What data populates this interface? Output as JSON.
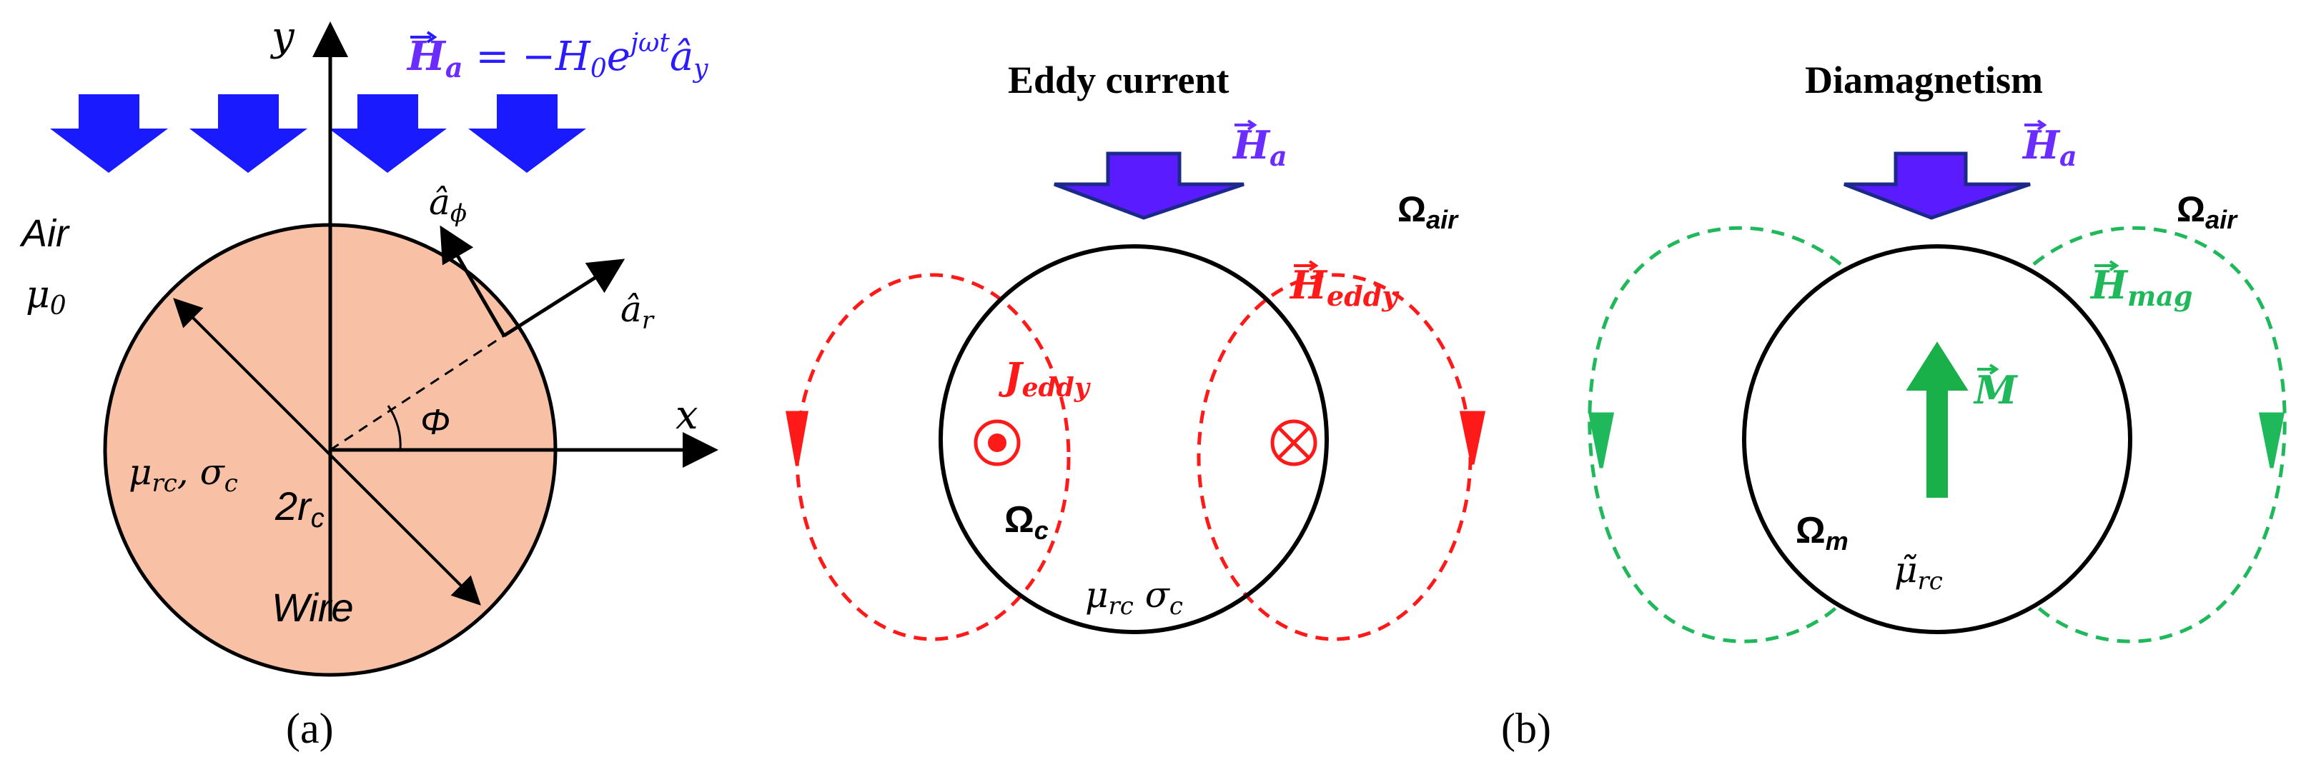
{
  "colors": {
    "field_arrow": "#1a1aff",
    "field_arrow_b": "#5b1bff",
    "field_label": "#6a2cff",
    "wire_fill": "#f8c0a4",
    "eddy": "#ff1a1a",
    "mag": "#1fb85a",
    "mag_arrow": "#19b04a",
    "black": "#000000"
  },
  "panel_a": {
    "axis_y": "y",
    "axis_x": "x",
    "applied_field": "H⃗a = −H0e^{jωt}âᵧ",
    "field_vec": "H",
    "field_sub": "a",
    "field_rhs": " = −H",
    "field_rhs_sub": "0",
    "field_e": "e",
    "field_sup": "jωt",
    "field_unit": "â",
    "field_unit_sub": "y",
    "air": "Air",
    "mu0": "μ",
    "mu0_sub": "0",
    "a_phi": "â",
    "a_phi_sub": "ϕ",
    "a_r": "â",
    "a_r_sub": "r",
    "phi": "Φ",
    "mu_sigma": "μ",
    "mu_sigma_sub1": "rc",
    "mu_sigma_mid": ", σ",
    "mu_sigma_sub2": "c",
    "diam": "2r",
    "diam_sub": "c",
    "wire": "Wire",
    "caption": "(a)"
  },
  "panel_b": {
    "caption": "(b)",
    "eddy": {
      "title": "Eddy current",
      "field_vec": "H",
      "field_sub": "a",
      "omega_air": "Ω",
      "omega_air_sub": "air",
      "h_eddy": "H",
      "h_eddy_sub": "eddy",
      "j_eddy": "J",
      "j_eddy_sub": "eddy",
      "omega_c": "Ω",
      "omega_c_sub": "c",
      "mu_sigma": "μ",
      "mu_sigma_sub1": "rc",
      "mu_sigma_mid": " σ",
      "mu_sigma_sub2": "c"
    },
    "dia": {
      "title": "Diamagnetism",
      "field_vec": "H",
      "field_sub": "a",
      "omega_air": "Ω",
      "omega_air_sub": "air",
      "h_mag": "H",
      "h_mag_sub": "mag",
      "m": "M",
      "omega_m": "Ω",
      "omega_m_sub": "m",
      "mu_tilde": "μ̃",
      "mu_tilde_sub": "rc"
    }
  }
}
